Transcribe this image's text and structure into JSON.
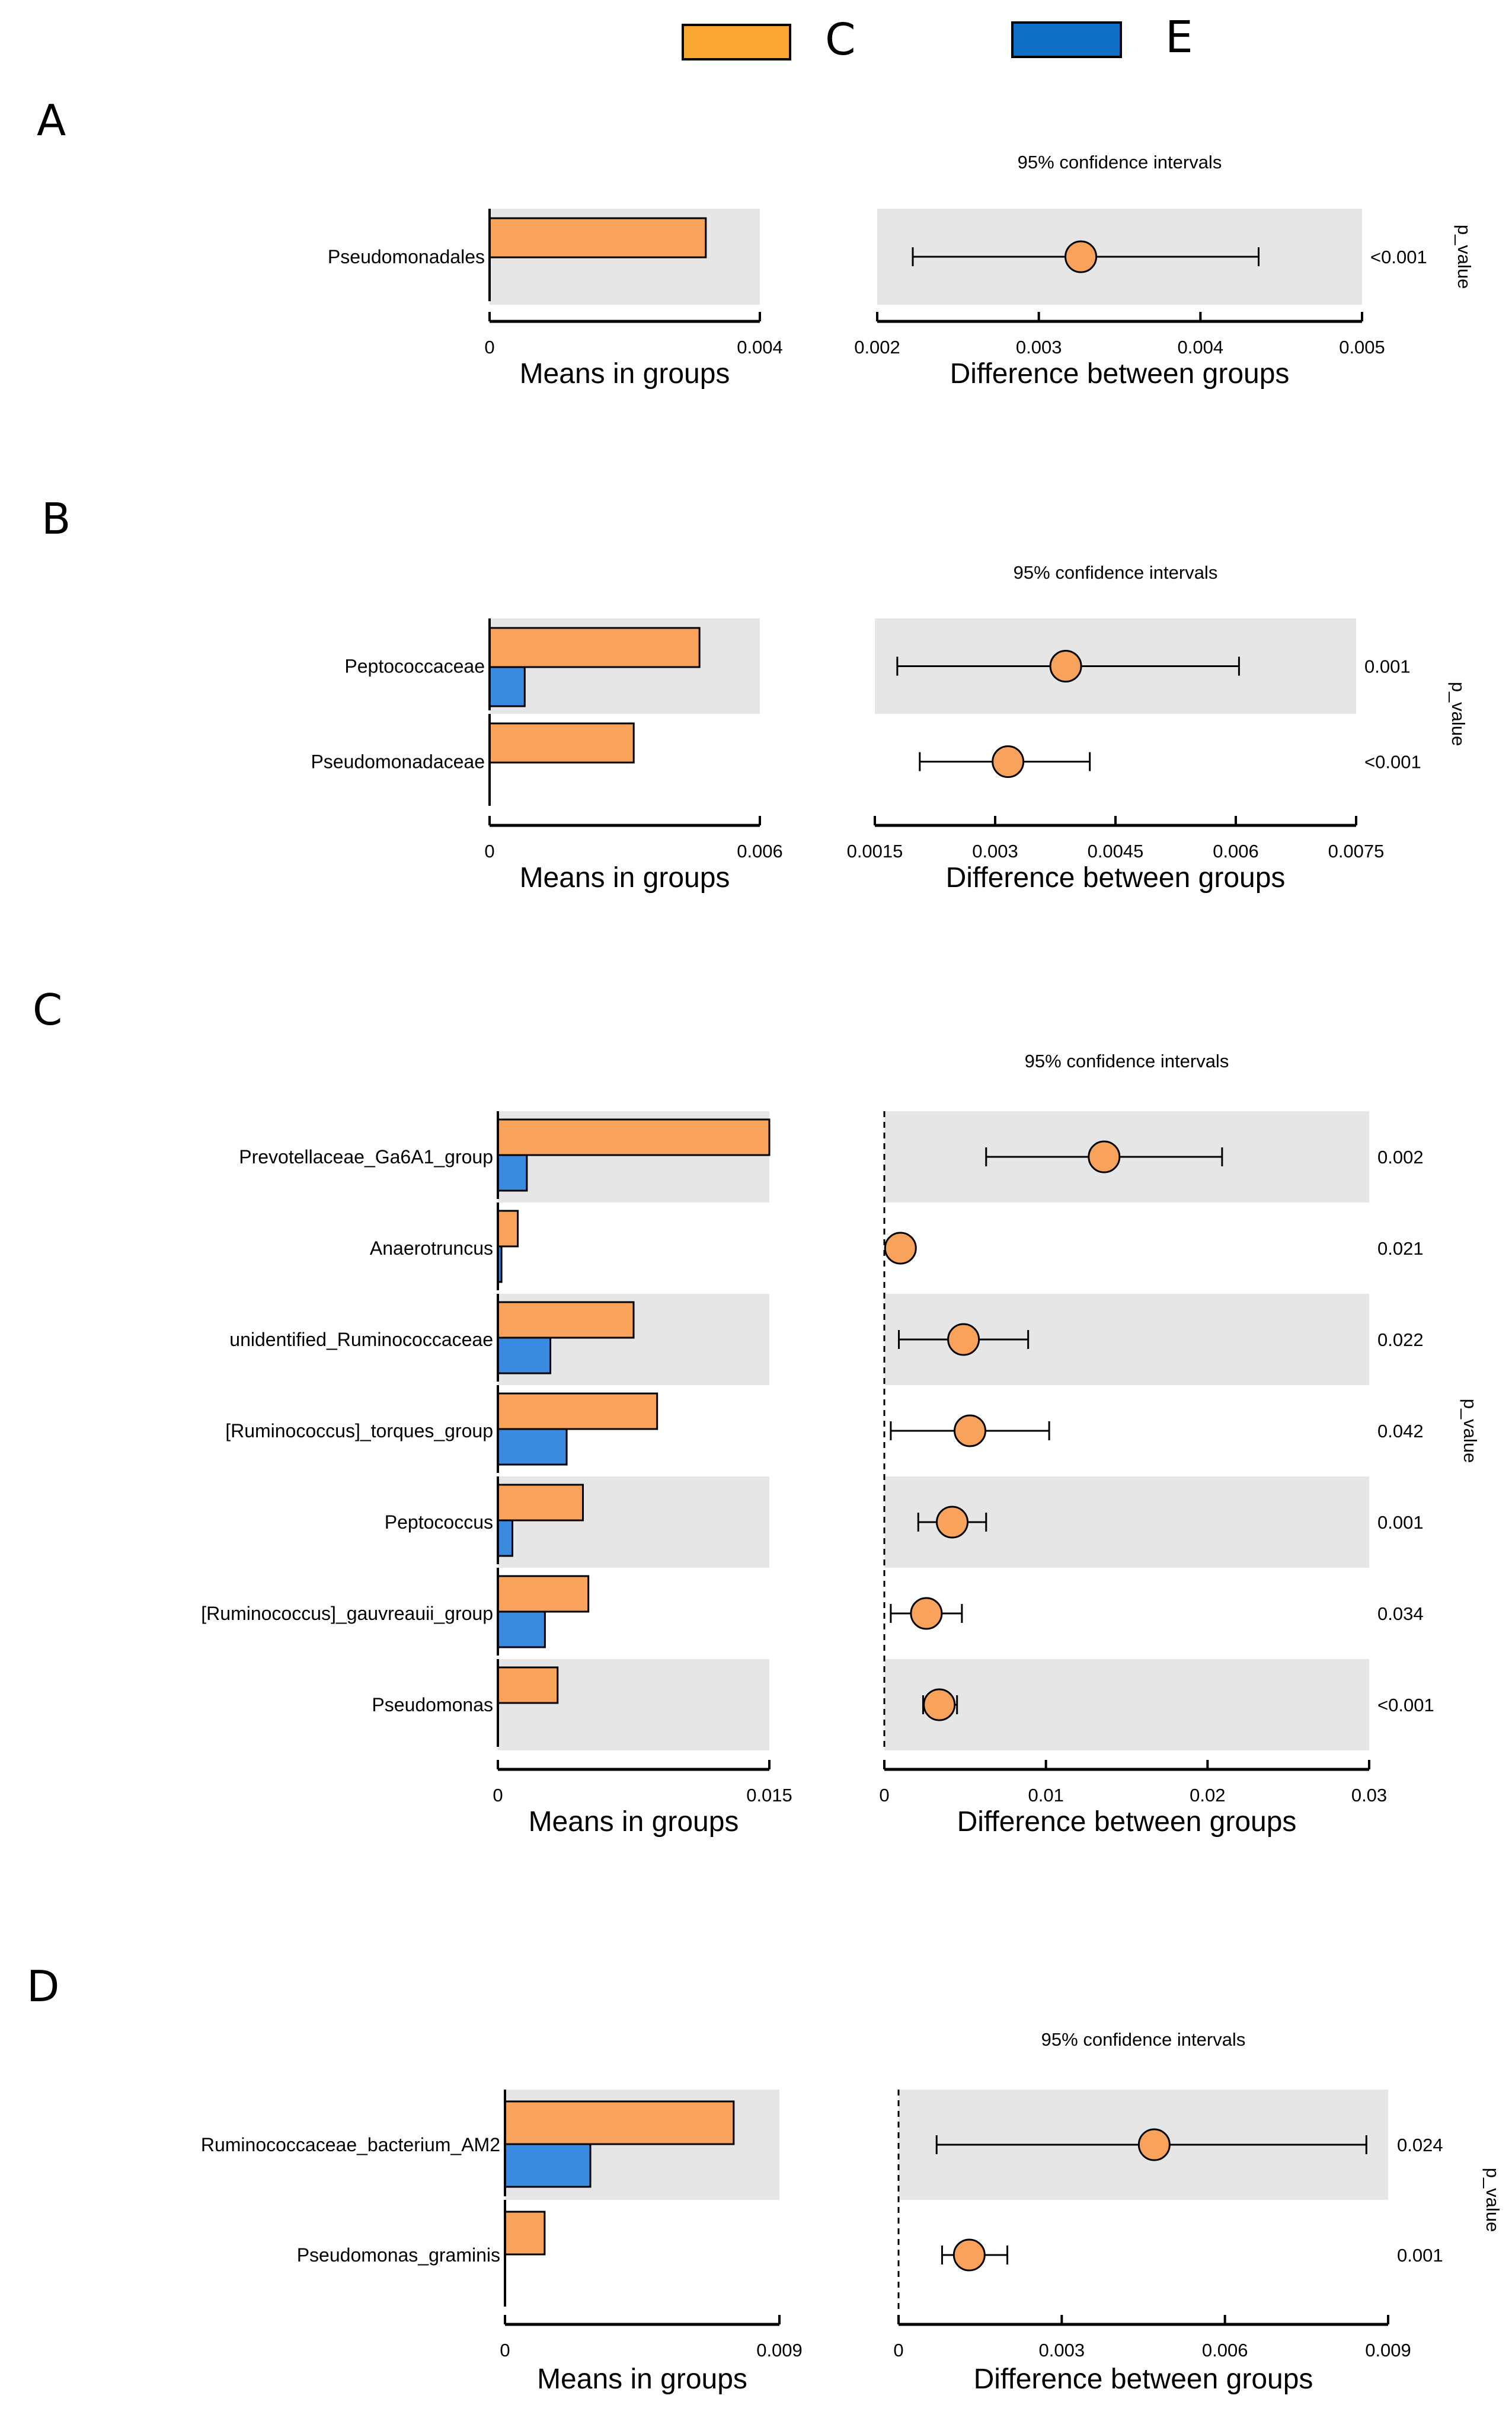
{
  "colors": {
    "group_c": "#F9A25B",
    "group_e": "#3A8BE0",
    "legend_c": "#F9A732",
    "legend_e": "#0F70C5",
    "panel_bg": "#E6E6E6"
  },
  "legend": {
    "items": [
      {
        "label": "C",
        "color": "#F9A732"
      },
      {
        "label": "E",
        "color": "#0F70C5"
      }
    ]
  },
  "chart_data": [
    {
      "type": "bar",
      "panel_label": "A",
      "ci_title": "95% confidence intervals",
      "pvalue_header": "p_value",
      "categories": [
        "Pseudomonadales"
      ],
      "means": {
        "xlabel": "Means in groups",
        "xlim": [
          0,
          0.004
        ],
        "ticks": [
          0,
          0.004
        ],
        "tick_labels": [
          "0",
          "0.004"
        ],
        "series": [
          {
            "name": "C",
            "values": [
              0.0032
            ]
          },
          {
            "name": "E",
            "values": [
              0.0
            ]
          }
        ]
      },
      "difference": {
        "xlabel": "Difference between groups",
        "xlim": [
          0.002,
          0.005
        ],
        "ticks": [
          0.002,
          0.003,
          0.004,
          0.005
        ],
        "tick_labels": [
          "0.002",
          "0.003",
          "0.004",
          "0.005"
        ],
        "dashed_zero": false,
        "points": [
          {
            "estimate": 0.00326,
            "lower": 0.00222,
            "upper": 0.00436
          }
        ]
      },
      "p_values": [
        "<0.001"
      ]
    },
    {
      "type": "bar",
      "panel_label": "B",
      "ci_title": "95% confidence intervals",
      "pvalue_header": "p_value",
      "categories": [
        "Peptococcaceae",
        "Pseudomonadaceae"
      ],
      "means": {
        "xlabel": "Means in groups",
        "xlim": [
          0,
          0.006
        ],
        "ticks": [
          0,
          0.006
        ],
        "tick_labels": [
          "0",
          "0.006"
        ],
        "series": [
          {
            "name": "C",
            "values": [
              0.00466,
              0.0032
            ]
          },
          {
            "name": "E",
            "values": [
              0.00078,
              0.0
            ]
          }
        ]
      },
      "difference": {
        "xlabel": "Difference between groups",
        "xlim": [
          0.0015,
          0.0075
        ],
        "ticks": [
          0.0015,
          0.003,
          0.0045,
          0.006,
          0.0075
        ],
        "tick_labels": [
          "0.0015",
          "0.003",
          "0.0045",
          "0.006",
          "0.0075"
        ],
        "dashed_zero": false,
        "points": [
          {
            "estimate": 0.00388,
            "lower": 0.00178,
            "upper": 0.00604
          },
          {
            "estimate": 0.00316,
            "lower": 0.00206,
            "upper": 0.00418
          }
        ]
      },
      "p_values": [
        "0.001",
        "<0.001"
      ]
    },
    {
      "type": "bar",
      "panel_label": "C",
      "ci_title": "95% confidence intervals",
      "pvalue_header": "p_value",
      "categories": [
        "Prevotellaceae_Ga6A1_group",
        "Anaerotruncus",
        "unidentified_Ruminococcaceae",
        "[Ruminococcus]_torques_group",
        "Peptococcus",
        "[Ruminococcus]_gauvreauii_group",
        "Pseudomonas"
      ],
      "means": {
        "xlabel": "Means in groups",
        "xlim": [
          0,
          0.015
        ],
        "ticks": [
          0,
          0.015
        ],
        "tick_labels": [
          "0",
          "0.015"
        ],
        "series": [
          {
            "name": "C",
            "values": [
              0.015,
              0.0011,
              0.0075,
              0.0088,
              0.0047,
              0.005,
              0.0033
            ]
          },
          {
            "name": "E",
            "values": [
              0.0016,
              0.0002,
              0.0029,
              0.0038,
              0.0008,
              0.0026,
              0.0
            ]
          }
        ]
      },
      "difference": {
        "xlabel": "Difference between groups",
        "xlim": [
          0,
          0.03
        ],
        "ticks": [
          0,
          0.01,
          0.02,
          0.03
        ],
        "tick_labels": [
          "0",
          "0.01",
          "0.02",
          "0.03"
        ],
        "dashed_zero": true,
        "points": [
          {
            "estimate": 0.0136,
            "lower": 0.0063,
            "upper": 0.0209
          },
          {
            "estimate": 0.001,
            "lower": 0.0003,
            "upper": 0.0017
          },
          {
            "estimate": 0.0049,
            "lower": 0.0009,
            "upper": 0.0089
          },
          {
            "estimate": 0.0053,
            "lower": 0.0004,
            "upper": 0.0102
          },
          {
            "estimate": 0.0042,
            "lower": 0.0021,
            "upper": 0.0063
          },
          {
            "estimate": 0.0026,
            "lower": 0.0004,
            "upper": 0.0048
          },
          {
            "estimate": 0.0034,
            "lower": 0.0024,
            "upper": 0.0045
          }
        ]
      },
      "p_values": [
        "0.002",
        "0.021",
        "0.022",
        "0.042",
        "0.001",
        "0.034",
        "<0.001"
      ]
    },
    {
      "type": "bar",
      "panel_label": "D",
      "ci_title": "95% confidence intervals",
      "pvalue_header": "p_value",
      "categories": [
        "Ruminococcaceae_bacterium_AM2",
        "Pseudomonas_graminis"
      ],
      "means": {
        "xlabel": "Means in groups",
        "xlim": [
          0,
          0.009
        ],
        "ticks": [
          0,
          0.009
        ],
        "tick_labels": [
          "0",
          "0.009"
        ],
        "series": [
          {
            "name": "C",
            "values": [
              0.0075,
              0.0013
            ]
          },
          {
            "name": "E",
            "values": [
              0.0028,
              0.0
            ]
          }
        ]
      },
      "difference": {
        "xlabel": "Difference between groups",
        "xlim": [
          0,
          0.009
        ],
        "ticks": [
          0,
          0.003,
          0.006,
          0.009
        ],
        "tick_labels": [
          "0",
          "0.003",
          "0.006",
          "0.009"
        ],
        "dashed_zero": true,
        "points": [
          {
            "estimate": 0.0047,
            "lower": 0.0007,
            "upper": 0.0086
          },
          {
            "estimate": 0.0013,
            "lower": 0.0008,
            "upper": 0.002
          }
        ]
      },
      "p_values": [
        "0.024",
        "0.001"
      ]
    }
  ]
}
